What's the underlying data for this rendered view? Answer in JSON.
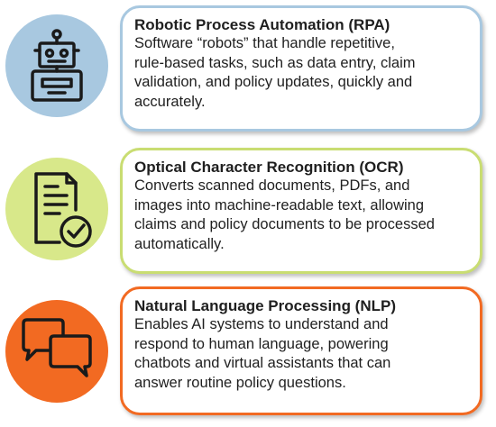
{
  "colors": {
    "rpa": "#a8c8e0",
    "ocr": "#d8e88a",
    "nlp": "#f26a22",
    "icon_stroke": "#1a1a1a"
  },
  "items": [
    {
      "icon": "robot-icon",
      "title": "Robotic Process Automation (RPA)",
      "lines": [
        "Software “robots” that handle repetitive,",
        "rule-based tasks, such as data entry, claim",
        "validation, and policy updates, quickly and",
        "accurately."
      ]
    },
    {
      "icon": "document-check-icon",
      "title": "Optical Character Recognition (OCR)",
      "lines": [
        "Converts scanned documents, PDFs, and",
        "images into machine-readable text, allowing",
        "claims and policy documents to be processed",
        "automatically."
      ]
    },
    {
      "icon": "chat-bubbles-icon",
      "title": "Natural Language Processing (NLP)",
      "lines": [
        "Enables AI systems to understand and",
        "respond to human language, powering",
        "chatbots and virtual assistants that can",
        "answer routine policy questions."
      ]
    }
  ]
}
